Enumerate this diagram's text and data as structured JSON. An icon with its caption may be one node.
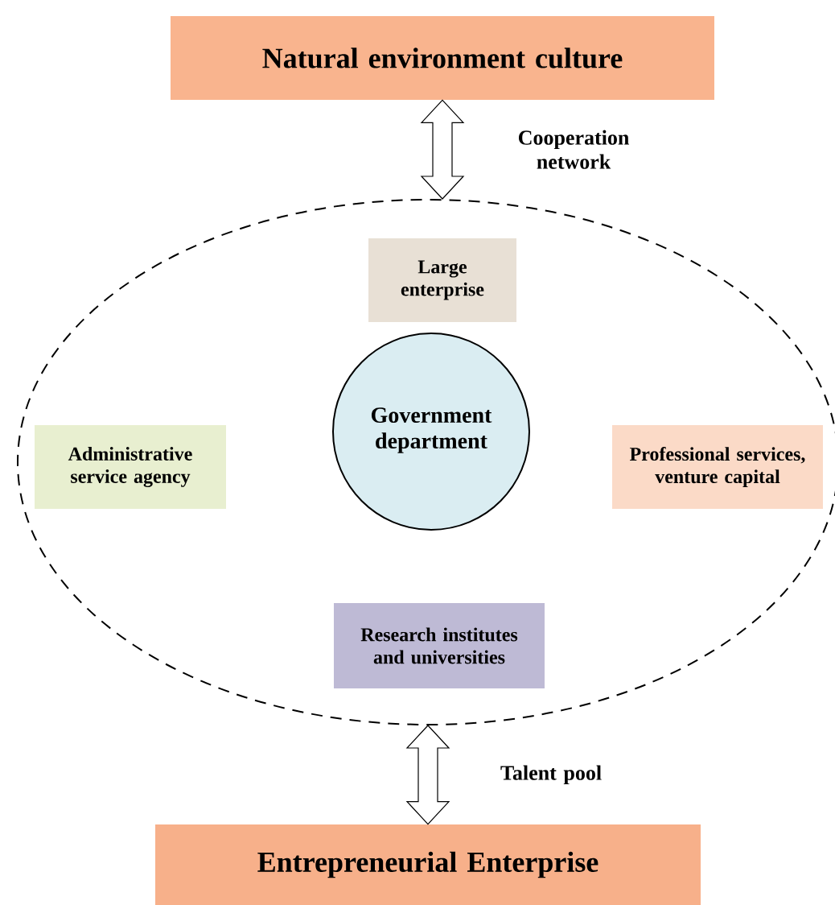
{
  "diagram": {
    "nodes": [
      {
        "text": [
          "Natural environment culture"
        ]
      },
      {
        "text": [],
        "shape": "ellipse"
      },
      {
        "text": [
          "Large enterprise"
        ],
        "in": 1
      },
      {
        "text": [
          "Government department"
        ],
        "in": 1
      },
      {
        "text": [
          "Administrative service agency"
        ],
        "in": 1
      },
      {
        "text": [
          "Professional services, venture capital"
        ],
        "in": 1
      },
      {
        "text": [
          "Research institutes and universities"
        ],
        "in": 1
      },
      {
        "text": [
          "Entrepreneurial Enterprise"
        ]
      }
    ],
    "edges": [
      {
        "from": 0,
        "to": 1,
        "arrow": "both",
        "label": "Cooperation network"
      },
      {
        "from": 1,
        "to": 7,
        "arrow": "both",
        "label": "Talent pool"
      }
    ]
  }
}
